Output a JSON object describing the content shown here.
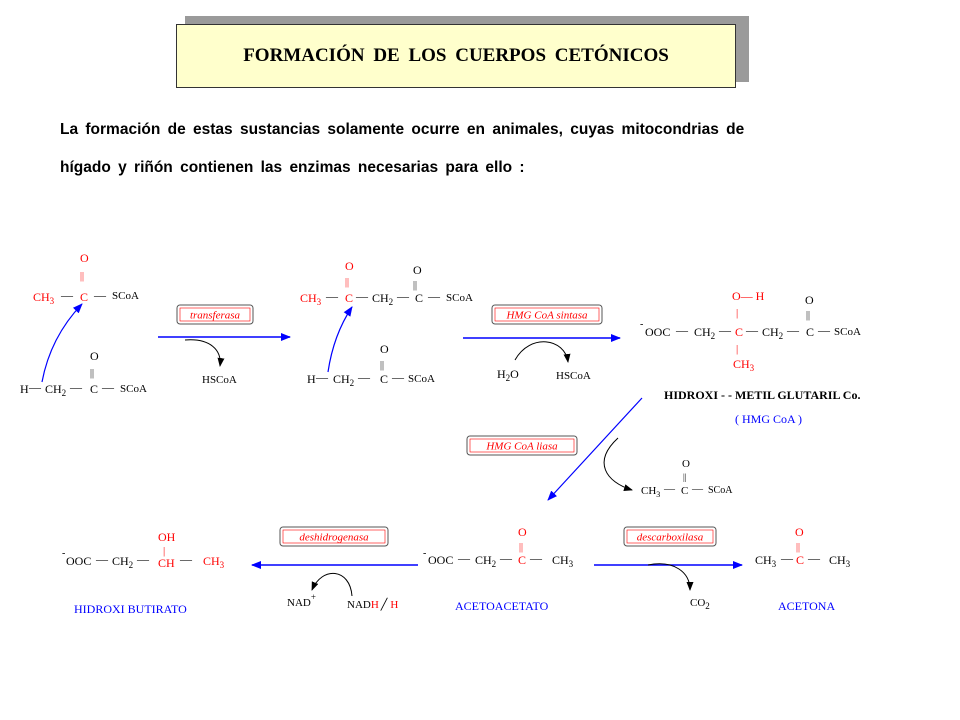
{
  "title": "FORMACIÓN  DE  LOS  CUERPOS  CETÓNICOS",
  "intro": {
    "line1": "La  formación  de estas sustancias solamente  ocurre  en  animales, cuyas  mitocondrias de",
    "line2": "hígado y  riñón contienen   las  enzimas  necesarias  para  ello :"
  },
  "chem": {
    "O": "O",
    "dbl": "||",
    "C": "C",
    "CH": "CH",
    "CH3": "CH",
    "sub3": "3",
    "sub2": "2",
    "H": "H",
    "SCoA": "SCoA",
    "HSCoA": "HSCoA",
    "dash": "—",
    "bar": "|",
    "minus": "-",
    "OOC": "OOC",
    "OH": "OH",
    "O_H": "O— H",
    "H2O_H": "H",
    "H2O_O": "O",
    "NAD": "NAD",
    "plus": "+",
    "NADH": "NAD",
    "slash": "╱",
    "CO": "CO"
  },
  "enzymes": {
    "transferasa": "transferasa",
    "hmg_sintasa": "HMG CoA sintasa",
    "hmg_liasa": "HMG CoA liasa",
    "deshidrogenasa": "deshidrogenasa",
    "descarboxilasa": "descarboxilasa"
  },
  "names": {
    "hmg_full": "HIDROXI -  - METIL GLUTARIL Co.",
    "hmg_short": "( HMG CoA )",
    "hidroxibutirato": "HIDROXI BUTIRATO",
    "acetoacetato": "ACETOACETATO",
    "acetona": "ACETONA"
  },
  "colors": {
    "red": "#ff0000",
    "blue": "#0000ff",
    "black": "#000000",
    "title_bg": "#ffffcc"
  }
}
